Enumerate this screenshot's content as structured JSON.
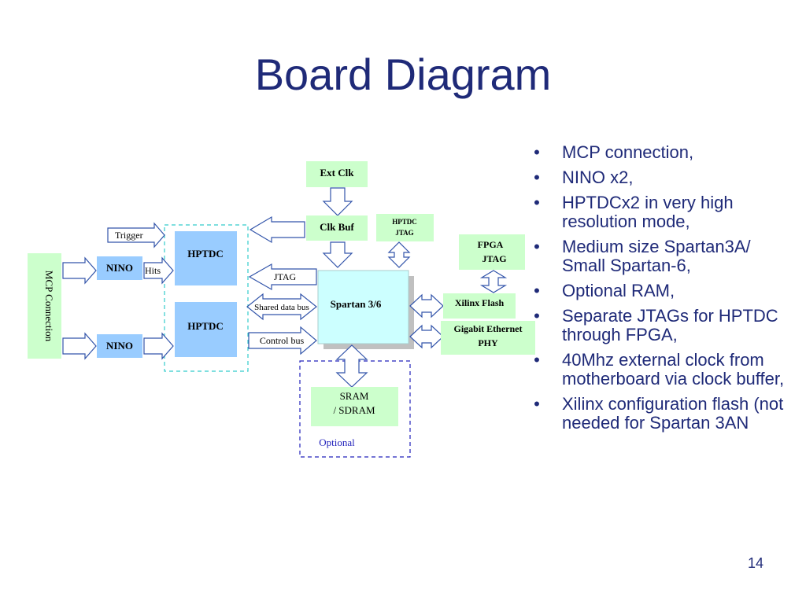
{
  "slide": {
    "title": "Board Diagram",
    "page_number": "14"
  },
  "diagram": {
    "mcp_connection": "MCP Connection",
    "nino_top": "NINO",
    "nino_bottom": "NINO",
    "hits": "Hits",
    "trigger": "Trigger",
    "hptdc_top": "HPTDC",
    "hptdc_bottom": "HPTDC",
    "ext_clk": "Ext Clk",
    "clk_buf": "Clk Buf",
    "hptdc_jtag_line1": "HPTDC",
    "hptdc_jtag_line2": "JTAG",
    "jtag": "JTAG",
    "shared_data_bus": "Shared data bus",
    "control_bus": "Control bus",
    "spartan": "Spartan 3/6",
    "fpga_jtag_line1": "FPGA",
    "fpga_jtag_line2": "JTAG",
    "xilinx_flash": "Xilinx Flash",
    "gigabit_line1": "Gigabit Ethernet",
    "gigabit_line2": "PHY",
    "sram_line1": "SRAM",
    "sram_line2": "/ SDRAM",
    "optional": "Optional"
  },
  "bullets": [
    "MCP connection,",
    "NINO x2,",
    "HPTDCx2 in very high resolution mode,",
    "Medium size Spartan3A/ Small Spartan-6,",
    "Optional RAM,",
    "Separate JTAGs for HPTDC through FPGA,",
    "40Mhz external clock from motherboard via clock buffer,",
    "Xilinx configuration flash (not needed for Spartan 3AN"
  ],
  "bullet_symbol": "•",
  "colors": {
    "title": "#1f2a78",
    "green_box": "#ccffcc",
    "blue_box": "#99ccff",
    "spartan_box": "#ccffff",
    "dashed_cyan": "#33cccc",
    "dashed_blue": "#2222bb",
    "arrow_stroke": "#3355aa"
  }
}
